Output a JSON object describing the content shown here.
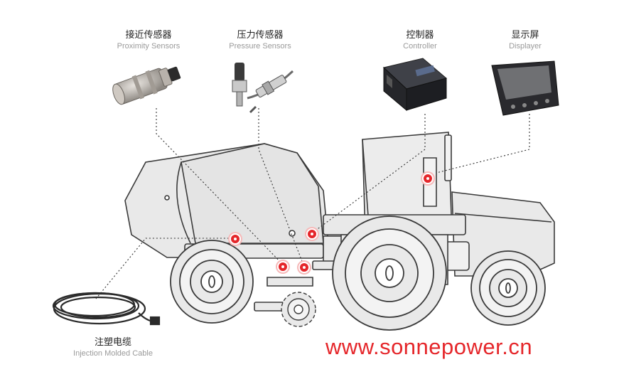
{
  "sensors": {
    "proximity": {
      "cn": "接近传感器",
      "en": "Proximity Sensors"
    },
    "pressure": {
      "cn": "压力传感器",
      "en": "Pressure Sensors"
    },
    "controller": {
      "cn": "控制器",
      "en": "Controller"
    },
    "display": {
      "cn": "显示屏",
      "en": "Displayer"
    },
    "cable": {
      "cn": "注塑电缆",
      "en": "Injection Molded Cable"
    }
  },
  "website": "www.sonnepower.cn",
  "colors": {
    "marker": "#e5262a",
    "website": "#e5262a",
    "outline": "#3a3a3a",
    "body_fill": "#e9e9e9"
  }
}
